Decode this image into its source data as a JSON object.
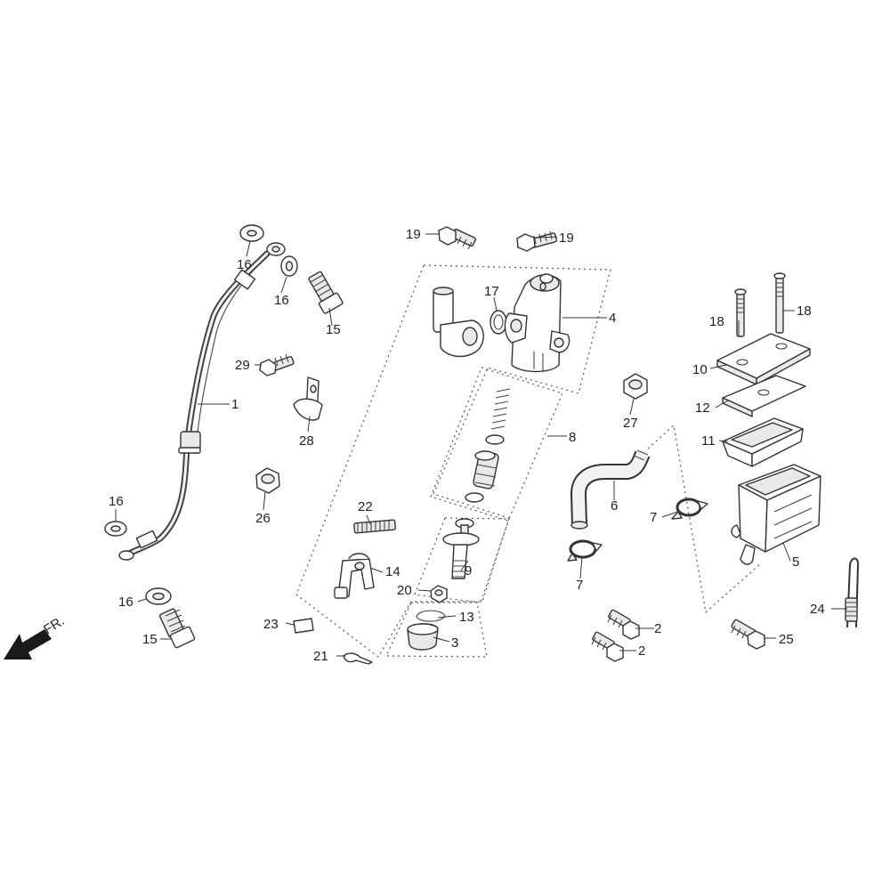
{
  "direction_label": "FR.",
  "callouts": {
    "hose": "1",
    "bolt_lower_a": "2",
    "bolt_lower_b": "2",
    "boot": "3",
    "cylinder": "4",
    "reservoir": "5",
    "reservoir_hose": "6",
    "clip_upper": "7",
    "clip_lower": "7",
    "piston_set": "8",
    "push_rod": "9",
    "cap": "10",
    "diaphragm": "11",
    "plate": "12",
    "circlip": "13",
    "joint": "14",
    "bolt_15_upper": "15",
    "bolt_15_lower": "15",
    "washer_a": "16",
    "washer_b": "16",
    "washer_c": "16",
    "washer_d": "16",
    "oring": "17",
    "screw_left": "18",
    "screw_right": "18",
    "bolt_19_left": "19",
    "bolt_19_right": "19",
    "nut": "20",
    "cotter_pin": "21",
    "spring": "22",
    "rubber_pad": "23",
    "spring_pin": "24",
    "bolt_25": "25",
    "nut_26": "26",
    "nut_27": "27",
    "clamp": "28",
    "bolt_29": "29"
  }
}
